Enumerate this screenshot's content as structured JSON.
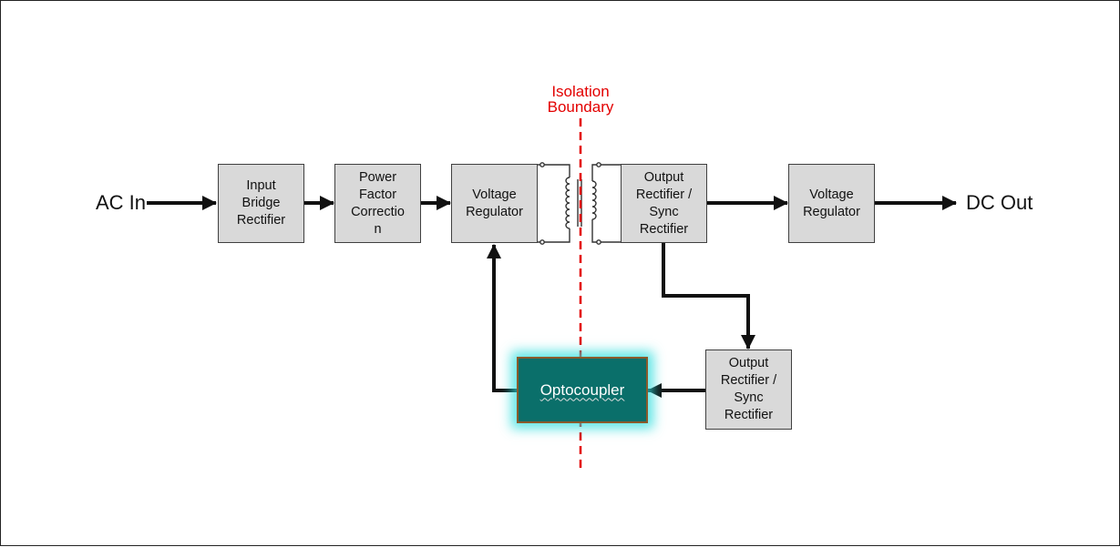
{
  "labels": {
    "ac_in": "AC In",
    "dc_out": "DC Out",
    "isolation_boundary": "Isolation\nBoundary"
  },
  "blocks": {
    "input_bridge_rectifier": "Input\nBridge\nRectifier",
    "power_factor_correction": "Power\nFactor\nCorrectio\nn",
    "voltage_regulator_primary": "Voltage\nRegulator",
    "output_rectifier_main": "Output\nRectifier /\nSync\nRectifier",
    "voltage_regulator_output": "Voltage\nRegulator",
    "output_rectifier_feedback": "Output\nRectifier /\nSync\nRectifier",
    "optocoupler": "Optocoupler"
  },
  "colors": {
    "block_fill": "#d9d9d9",
    "arrow": "#111111",
    "isolation_line": "#e30000",
    "optocoupler_fill": "#0a6f6a",
    "optocoupler_glow": "#28dcdc"
  }
}
